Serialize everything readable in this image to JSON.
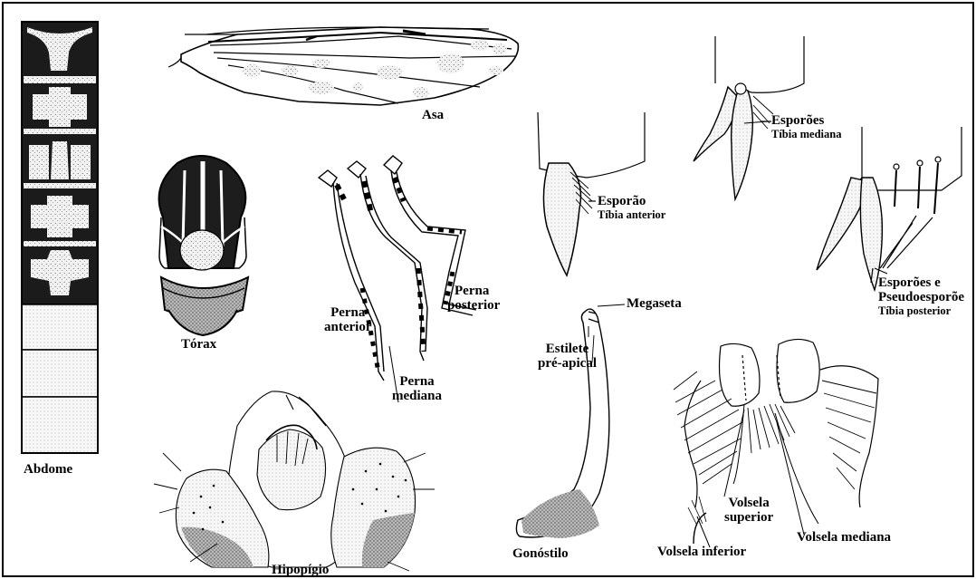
{
  "labels": {
    "wing": "Asa",
    "thorax": "Tórax",
    "abdomen": "Abdome",
    "legs": {
      "anterior": [
        "Perna",
        "anterior"
      ],
      "median": [
        "Perna",
        "mediana"
      ],
      "posterior": [
        "Perna",
        "posterior"
      ]
    },
    "spurs_median": {
      "title": "Esporões",
      "subtitle": "Tíbia mediana"
    },
    "spur_anterior": {
      "title": "Esporão",
      "subtitle": "Tíbia anterior"
    },
    "spurs_posterior": {
      "title": [
        "Esporões e",
        "Pseudoesporõe"
      ],
      "subtitle": "Tíbia posterior"
    },
    "megaseta": "Megaseta",
    "stylet": [
      "Estilete",
      "pré-apical"
    ],
    "gonostylus": "Gonóstilo",
    "hypopygium": "Hipopígio",
    "volsella_superior": [
      "Volsela",
      "superior"
    ],
    "volsella_median": "Volsela mediana",
    "volsella_inferior": "Volsela inferior"
  }
}
